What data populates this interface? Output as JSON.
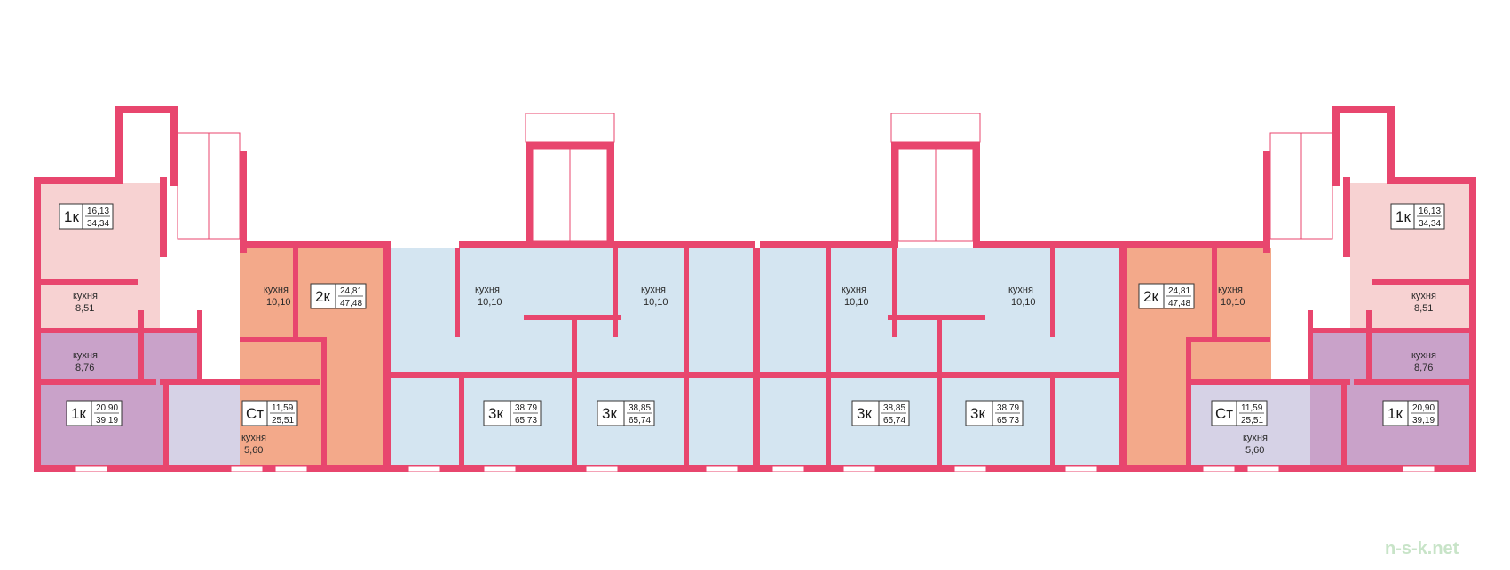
{
  "colors": {
    "wall": "#e8466e",
    "studio_lilac": "#d6d2e6",
    "one_room_pink": "#f7d2d2",
    "one_room_purple": "#c9a2c9",
    "two_room_orange": "#f3a98a",
    "three_room_blue": "#d4e5f1",
    "watermark": "#c8e4c8"
  },
  "apartments": [
    {
      "id": "1k-top-left",
      "type": "1к",
      "area_living": "16,13",
      "area_total": "34,34",
      "kitchen_label": "кухня",
      "kitchen_area": "8,51"
    },
    {
      "id": "1k-bottom-left",
      "type": "1к",
      "area_living": "20,90",
      "area_total": "39,19",
      "kitchen_label": "кухня",
      "kitchen_area": "8,76"
    },
    {
      "id": "st-left",
      "type": "Ст",
      "area_living": "11,59",
      "area_total": "25,51",
      "kitchen_label": "кухня",
      "kitchen_area": "5,60"
    },
    {
      "id": "2k-left",
      "type": "2к",
      "area_living": "24,81",
      "area_total": "47,48",
      "kitchen_label": "кухня",
      "kitchen_area": "10,10"
    },
    {
      "id": "3k-1",
      "type": "3к",
      "area_living": "38,79",
      "area_total": "65,73",
      "kitchen_label": "кухня",
      "kitchen_area": "10,10"
    },
    {
      "id": "3k-2",
      "type": "3к",
      "area_living": "38,85",
      "area_total": "65,74",
      "kitchen_label": "кухня",
      "kitchen_area": "10,10"
    },
    {
      "id": "3k-3",
      "type": "3к",
      "area_living": "38,85",
      "area_total": "65,74",
      "kitchen_label": "кухня",
      "kitchen_area": "10,10"
    },
    {
      "id": "3k-4",
      "type": "3к",
      "area_living": "38,79",
      "area_total": "65,73",
      "kitchen_label": "кухня",
      "kitchen_area": "10,10"
    },
    {
      "id": "2k-right",
      "type": "2к",
      "area_living": "24,81",
      "area_total": "47,48",
      "kitchen_label": "кухня",
      "kitchen_area": "10,10"
    },
    {
      "id": "st-right",
      "type": "Ст",
      "area_living": "11,59",
      "area_total": "25,51",
      "kitchen_label": "кухня",
      "kitchen_area": "5,60"
    },
    {
      "id": "1k-top-right",
      "type": "1к",
      "area_living": "16,13",
      "area_total": "34,34",
      "kitchen_label": "кухня",
      "kitchen_area": "8,51"
    },
    {
      "id": "1k-bottom-right",
      "type": "1к",
      "area_living": "20,90",
      "area_total": "39,19",
      "kitchen_label": "кухня",
      "kitchen_area": "8,76"
    }
  ],
  "watermark": "n-s-k.net"
}
